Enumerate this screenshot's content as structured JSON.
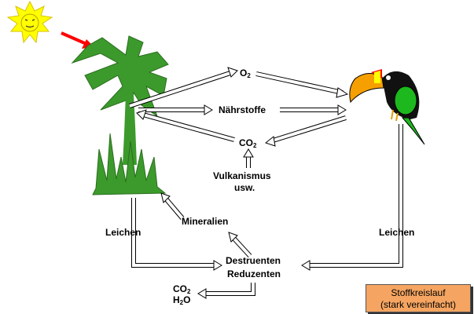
{
  "labels": {
    "o2": "O",
    "o2_sub": "2",
    "naehrstoffe": "Nährstoffe",
    "co2_top": "CO",
    "co2_top_sub": "2",
    "vulkanismus_line1": "Vulkanismus",
    "vulkanismus_line2": "usw.",
    "mineralien": "Mineralien",
    "leichen_left": "Leichen",
    "leichen_right": "Leichen",
    "destruenten": "Destruenten",
    "reduzenten": "Reduzenten",
    "co2_bottom": "CO",
    "co2_bottom_sub": "2",
    "h2o_h": "H",
    "h2o_sub": "2",
    "h2o_o": "O"
  },
  "legend": {
    "title": "Stoffkreislauf",
    "subtitle": "(stark vereinfacht)"
  },
  "colors": {
    "sun": "#ffff00",
    "sun_arrow": "#ff0000",
    "plant": "#3c9a2c",
    "legend_bg": "#f5a561"
  }
}
